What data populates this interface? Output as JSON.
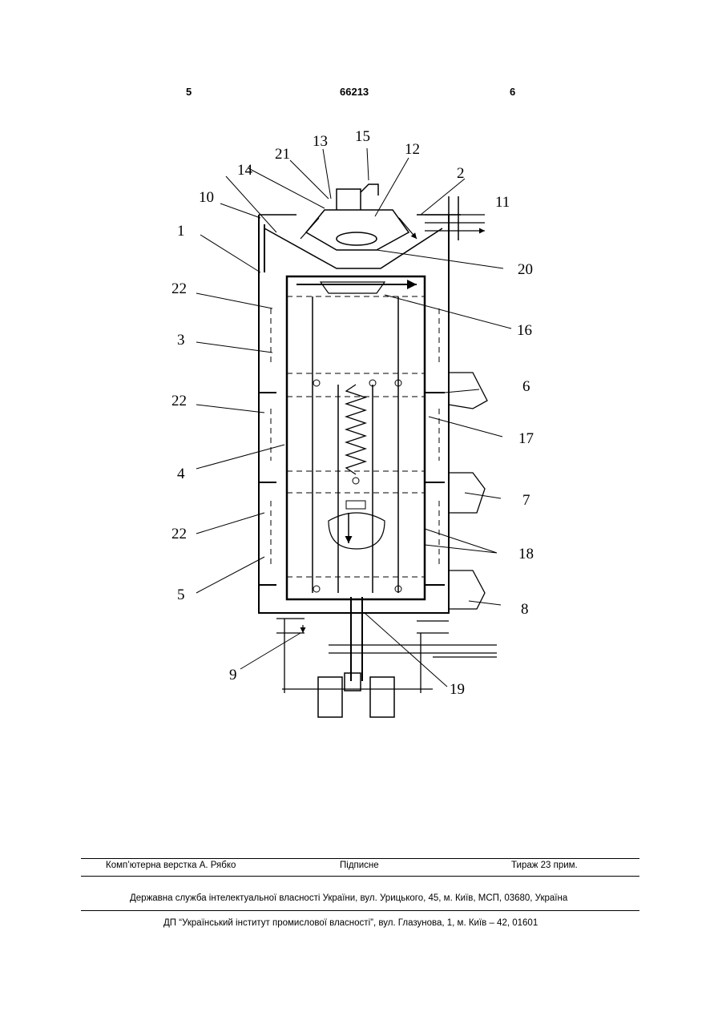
{
  "header": {
    "page_left": "5",
    "patent_number": "66213",
    "page_right": "6"
  },
  "figure": {
    "labels": [
      "1",
      "2",
      "3",
      "4",
      "5",
      "6",
      "7",
      "8",
      "9",
      "10",
      "11",
      "12",
      "13",
      "14",
      "15",
      "16",
      "17",
      "18",
      "19",
      "20",
      "21",
      "22"
    ]
  },
  "footer": {
    "composer": "Комп’ютерна верстка А. Рябко",
    "signed": "Підписне",
    "circulation": "Тираж 23 прим.",
    "agency": "Державна служба інтелектуальної власності України, вул. Урицького, 45, м. Київ, МСП, 03680, Україна",
    "institute": "ДП “Український інститут промислової власності”, вул. Глазунова, 1, м. Київ – 42, 01601"
  }
}
